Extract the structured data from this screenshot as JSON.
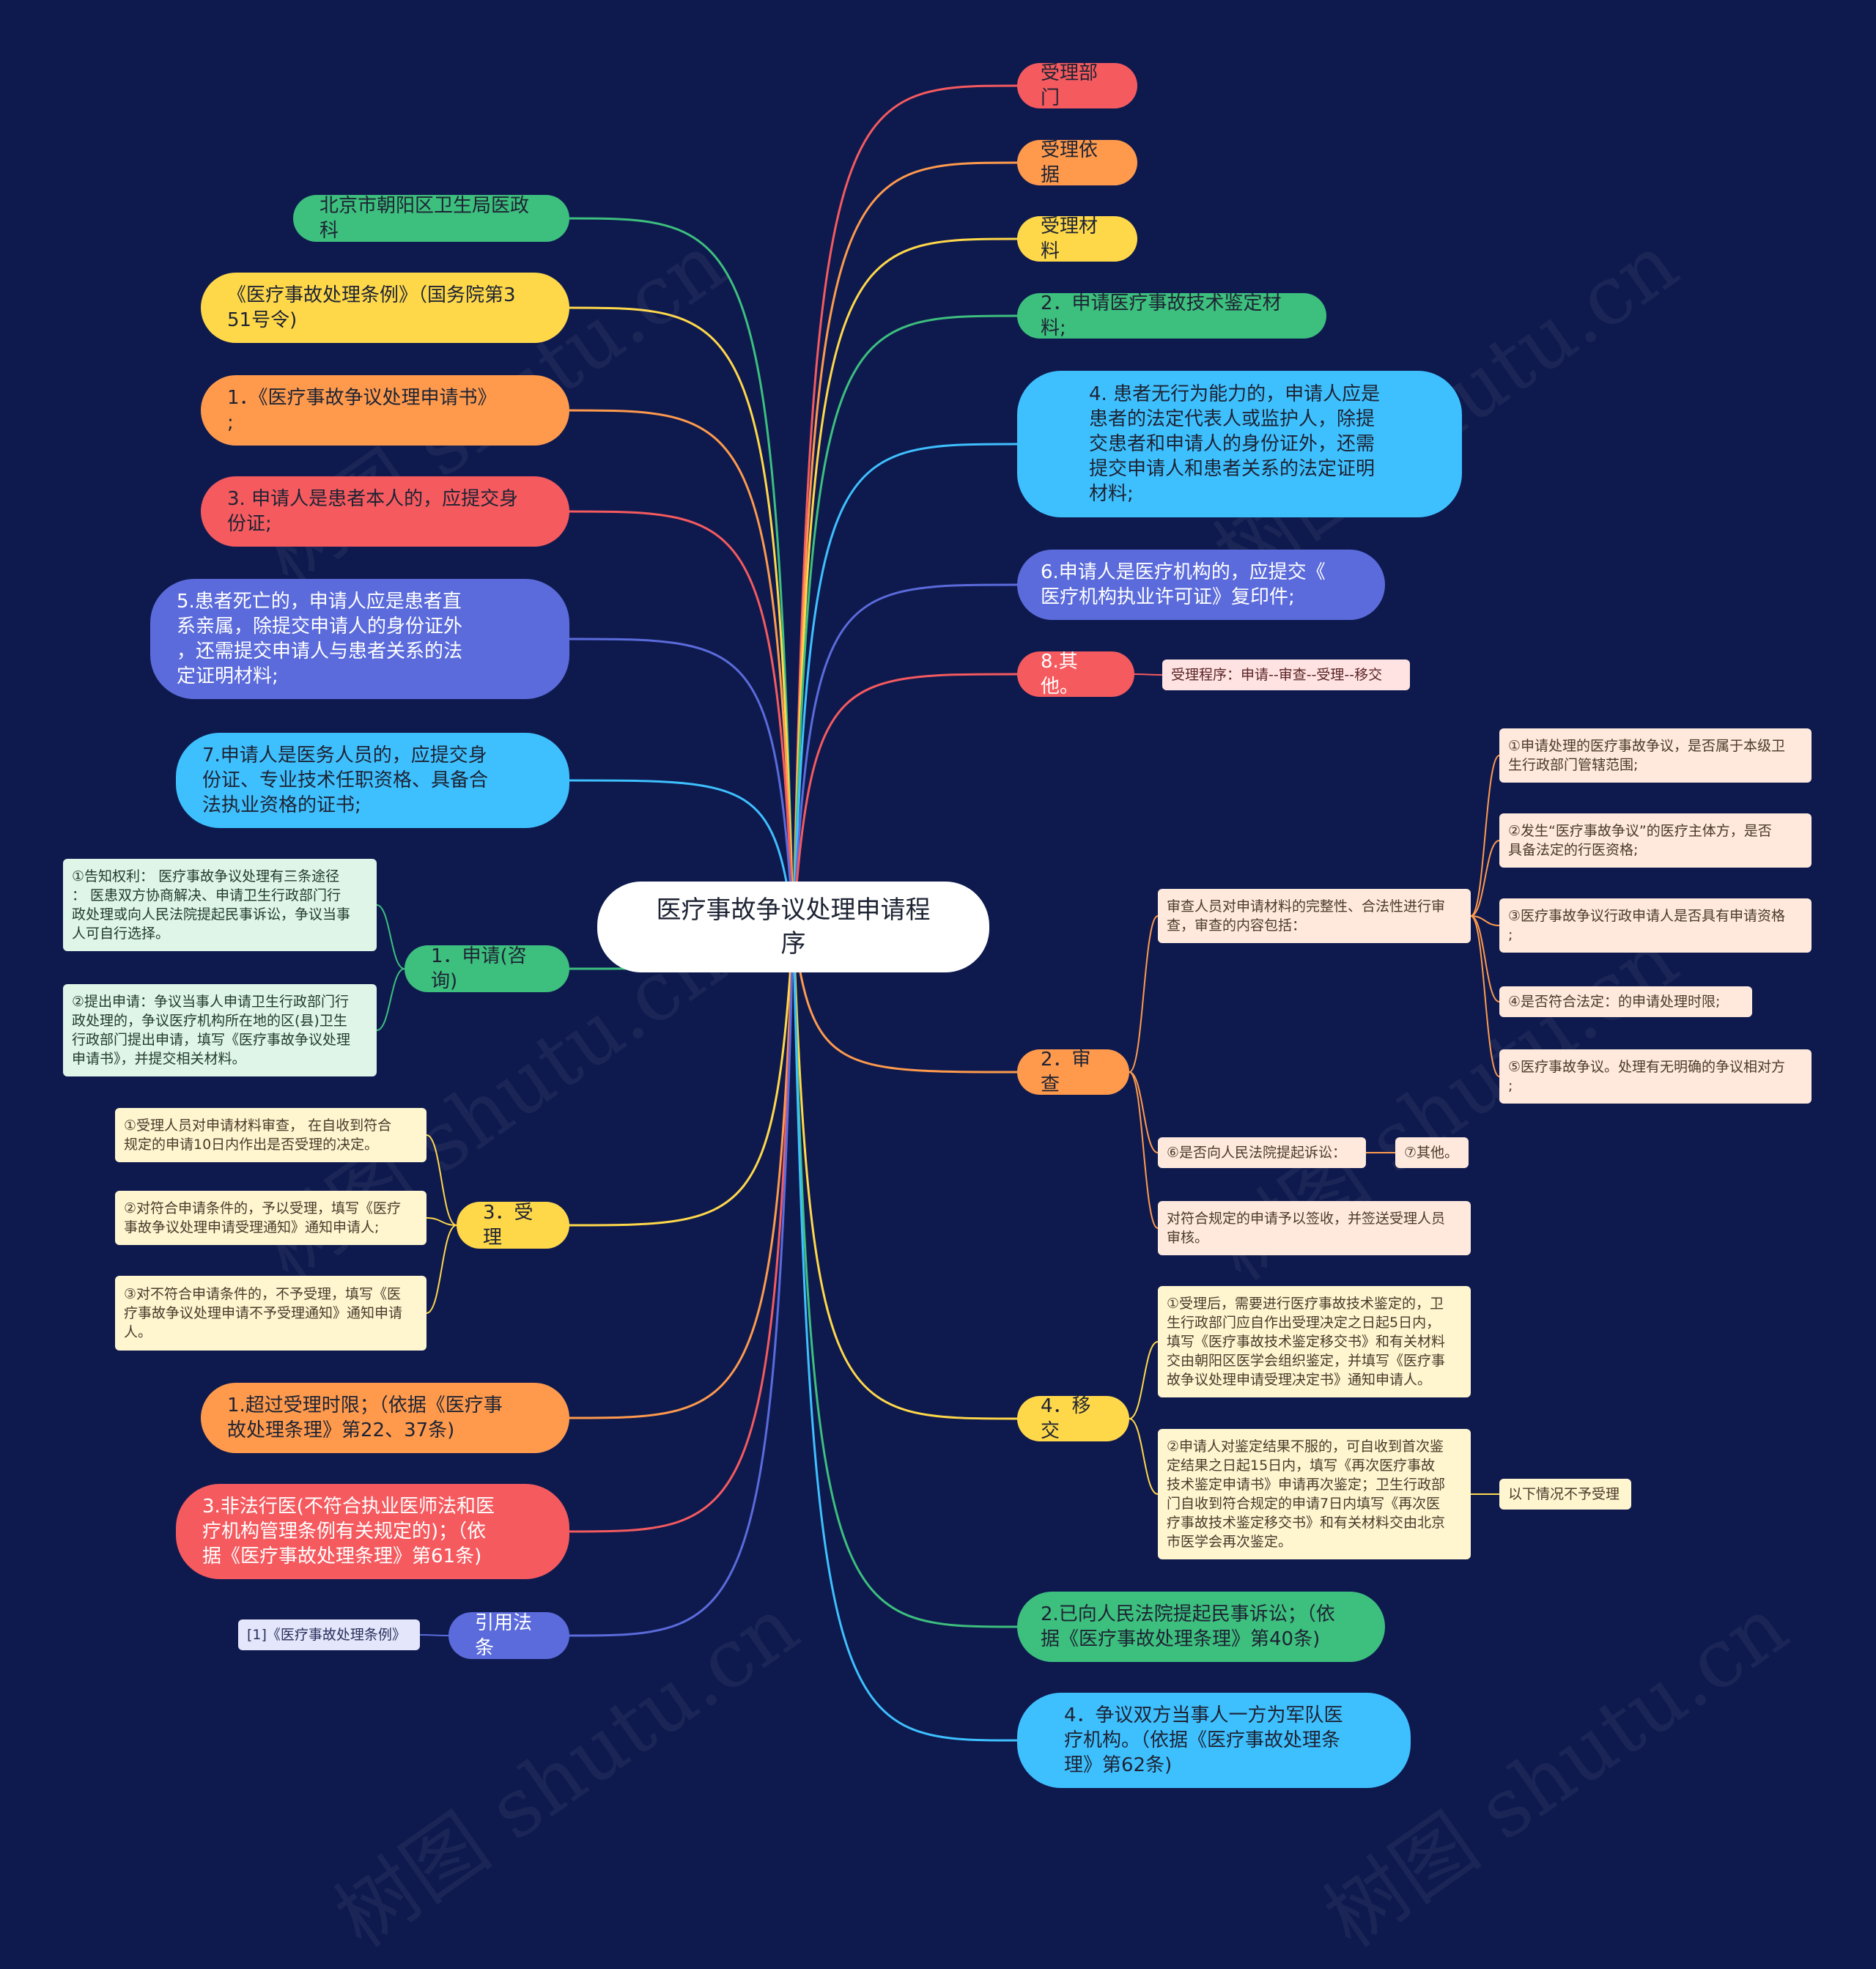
{
  "root": {
    "text": "医疗事故争议处理申请程\n序"
  },
  "left": {
    "l1": "北京市朝阳区卫生局医政科",
    "l2": "《医疗事故处理条例》（国务院第3\n51号令)",
    "l3": "1．《医疗事故争议处理申请书》\n;",
    "l4": "3. 申请人是患者本人的，应提交身\n份证;",
    "l5": "5.患者死亡的，申请人应是患者直\n系亲属，除提交申请人的身份证外\n，还需提交申请人与患者关系的法\n定证明材料;",
    "l6": "7.申请人是医务人员的，应提交身\n份证、专业技术任职资格、具备合\n法执业资格的证书;",
    "apply": "1．申请(咨询)",
    "apply_c1": "①告知权利：  医疗事故争议处理有三条途径\n：  医患双方协商解决、申请卫生行政部门行\n政处理或向人民法院提起民事诉讼，争议当事\n人可自行选择。",
    "apply_c2": "②提出申请：争议当事人申请卫生行政部门行\n政处理的，争议医疗机构所在地的区(县)卫生\n行政部门提出申请，填写《医疗事故争议处理\n申请书》，并提交相关材料。",
    "accept": "3．受理",
    "accept_c1": "①受理人员对申请材料审查，  在自收到符合\n规定的申请10日内作出是否受理的决定。",
    "accept_c2": "②对符合申请条件的，予以受理，填写《医疗\n事故争议处理申请受理通知》通知申请人;",
    "accept_c3": "③对不符合申请条件的，不予受理，填写《医\n疗事故争议处理申请不予受理通知》通知申请\n人。",
    "l7": "1.超过受理时限；（依据《医疗事\n故处理条理》第22、37条)",
    "l8": "3.非法行医(不符合执业医师法和医\n疗机构管理条例有关规定的)；（依\n据《医疗事故处理条理》第61条)",
    "cite": "引用法条",
    "cite_c1": "[1]《医疗事故处理条例》"
  },
  "right": {
    "r1": "受理部门",
    "r2": "受理依据",
    "r3": "受理材料",
    "r4": "2．申请医疗事故技术鉴定材料;",
    "r5": "4. 患者无行为能力的，申请人应是\n患者的法定代表人或监护人，除提\n交患者和申请人的身份证外，还需\n提交申请人和患者关系的法定证明\n材料;",
    "r6": "6.申请人是医疗机构的，应提交《\n医疗机构执业许可证》复印件;",
    "r7": "8.其他。",
    "r7_c1": "受理程序：申请--审查--受理--移交",
    "review": "2．审查",
    "review_c1": "审查人员对申请材料的完整性、合法性进行审\n查，审查的内容包括：",
    "review_c1_items": [
      "①申请处理的医疗事故争议，是否属于本级卫\n生行政部门管辖范围;",
      "②发生“医疗事故争议”的医疗主体方，是否\n具备法定的行医资格;",
      "③医疗事故争议行政申请人是否具有申请资格\n;",
      "④是否符合法定：的申请处理时限;",
      "⑤医疗事故争议。处理有无明确的争议相对方\n;"
    ],
    "review_c2": "⑥是否向人民法院提起诉讼：",
    "review_c2_c1": "⑦其他。",
    "review_c3": "对符合规定的申请予以签收，并签送受理人员\n审核。",
    "transfer": "4．移交",
    "transfer_c1": "①受理后，需要进行医疗事故技术鉴定的，卫\n生行政部门应自作出受理决定之日起5日内，\n填写《医疗事故技术鉴定移交书》和有关材料\n交由朝阳区医学会组织鉴定，并填写《医疗事\n故争议处理申请受理决定书》通知申请人。",
    "transfer_c2": "②申请人对鉴定结果不服的，可自收到首次鉴\n定结果之日起15日内，填写《再次医疗事故\n技术鉴定申请书》申请再次鉴定；卫生行政部\n门自收到符合规定的申请7日内填写《再次医\n疗事故技术鉴定移交书》和有关材料交由北京\n市医学会再次鉴定。",
    "transfer_c2_c1": "以下情况不予受理",
    "r8": "2.已向人民法院提起民事诉讼；（依\n据《医疗事故处理条理》第40条)",
    "r9": "4．争议双方当事人一方为军队医\n疗机构。（依据《医疗事故处理条\n理》第62条)"
  },
  "watermark": "树图 shutu.cn",
  "colors": {
    "background": "#0e1a4e",
    "green": "#3dbf7e",
    "yellow": "#ffd84a",
    "orange": "#ff9a4d",
    "red": "#f55a5f",
    "indigo": "#5b6bdb",
    "skyblue": "#3ec0ff",
    "box_green": "#dff5e8",
    "box_yellow": "#fff6d0",
    "box_peach": "#ffe9dc",
    "box_pink": "#ffe3e3",
    "box_lavender": "#e4e6fb"
  }
}
